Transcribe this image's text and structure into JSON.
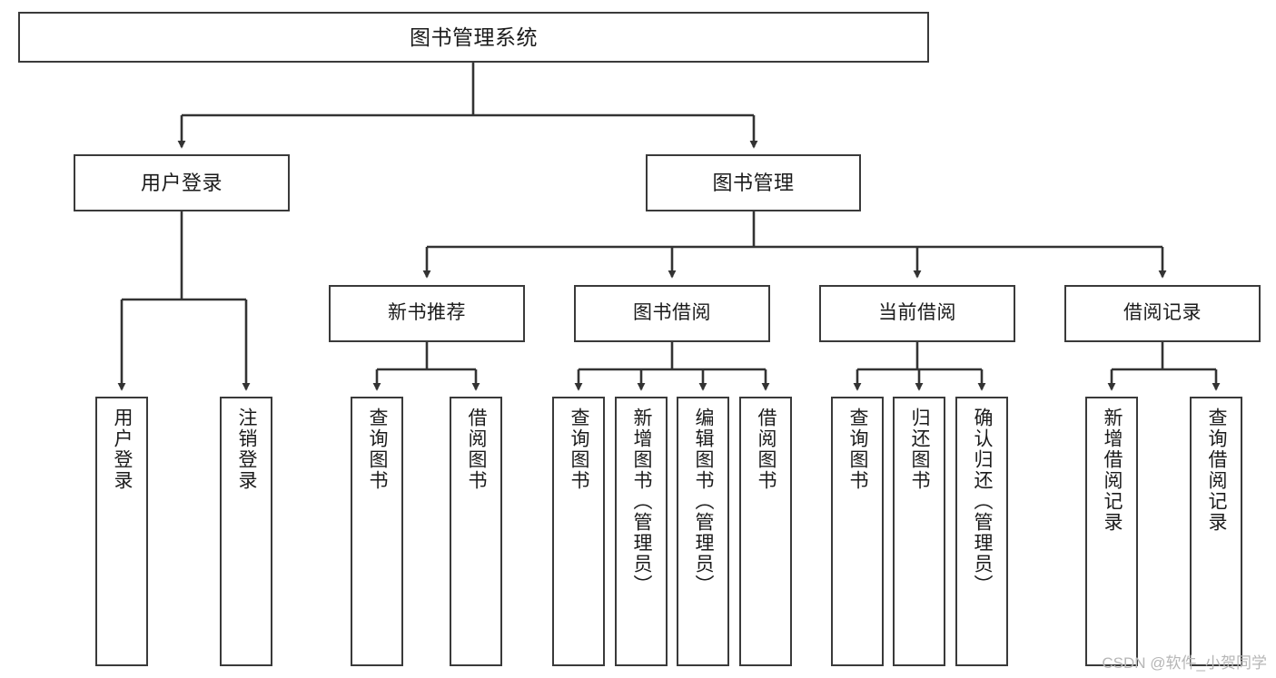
{
  "diagram": {
    "title": "图书管理系统",
    "type": "tree-hierarchy-chart",
    "root": {
      "id": "root",
      "label": "图书管理系统"
    },
    "level_one": [
      {
        "id": "user-login",
        "label": "用户登录"
      },
      {
        "id": "book-manage",
        "label": "图书管理"
      }
    ],
    "level_two": [
      {
        "id": "new-book-recommend",
        "label": "新书推荐"
      },
      {
        "id": "book-borrow",
        "label": "图书借阅"
      },
      {
        "id": "current-borrow",
        "label": "当前借阅"
      },
      {
        "id": "borrow-record",
        "label": "借阅记录"
      }
    ],
    "leaves": {
      "user_login": [
        {
          "id": "leaf-user-login",
          "label": "用户登录"
        },
        {
          "id": "leaf-logout-login",
          "label": "注销登录"
        }
      ],
      "new_book_recommend": [
        {
          "id": "leaf-query-book-1",
          "label": "查询图书"
        },
        {
          "id": "leaf-borrow-book-1",
          "label": "借阅图书"
        }
      ],
      "book_borrow": [
        {
          "id": "leaf-query-book-2",
          "label": "查询图书"
        },
        {
          "id": "leaf-add-book",
          "label": "新增图书（管理员）"
        },
        {
          "id": "leaf-edit-book",
          "label": "编辑图书（管理员）"
        },
        {
          "id": "leaf-borrow-book-2",
          "label": "借阅图书"
        }
      ],
      "current_borrow": [
        {
          "id": "leaf-query-book-3",
          "label": "查询图书"
        },
        {
          "id": "leaf-return-book",
          "label": "归还图书"
        },
        {
          "id": "leaf-confirm-return",
          "label": "确认归还（管理员）"
        }
      ],
      "borrow_record": [
        {
          "id": "leaf-add-record",
          "label": "新增借阅记录"
        },
        {
          "id": "leaf-query-record",
          "label": "查询借阅记录"
        }
      ]
    }
  },
  "watermark": {
    "text": "CSDN @软件_小贺同学"
  },
  "colors": {
    "box_border": "#3a3a3a",
    "box_fill": "#ffffff",
    "connector": "#333333",
    "text": "#1b1b1b",
    "watermark": "#b6b6b6",
    "canvas": "#ffffff"
  }
}
